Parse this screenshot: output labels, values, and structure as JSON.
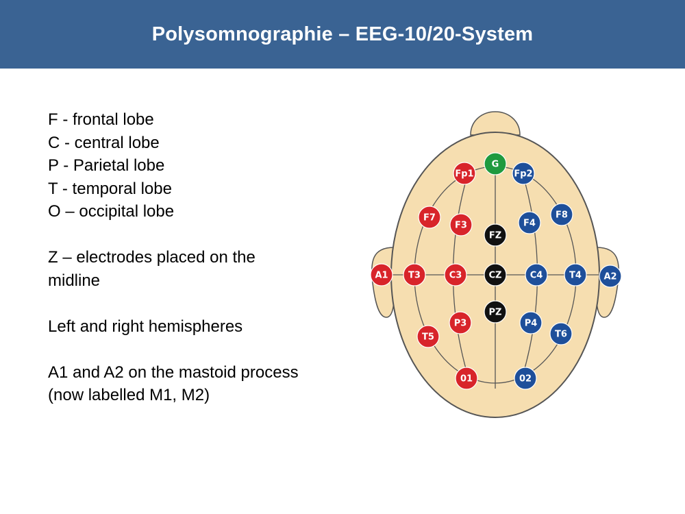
{
  "slide": {
    "title": "Polysomnographie – EEG-10/20-System"
  },
  "legend": {
    "lobes": [
      "F - frontal lobe",
      "C - central lobe",
      "P - Parietal lobe",
      "T - temporal lobe",
      "O – occipital lobe"
    ],
    "midline": [
      "Z – electrodes placed on the",
      "midline"
    ],
    "hemispheres": "Left and right hemispheres",
    "mastoid": [
      "A1 and A2 on the mastoid process",
      "(now labelled M1, M2)"
    ]
  },
  "diagram": {
    "colors": {
      "head_fill": "#f6deb0",
      "outline": "#555555",
      "left_hemisphere": "#d8242a",
      "right_hemisphere": "#1e4f9a",
      "midline": "#111111",
      "ground": "#1f9a3f"
    },
    "electrodes": [
      {
        "label": "G",
        "group": "ground"
      },
      {
        "label": "Fp1",
        "group": "left"
      },
      {
        "label": "Fp2",
        "group": "right"
      },
      {
        "label": "F7",
        "group": "left"
      },
      {
        "label": "F3",
        "group": "left"
      },
      {
        "label": "FZ",
        "group": "midline"
      },
      {
        "label": "F4",
        "group": "right"
      },
      {
        "label": "F8",
        "group": "right"
      },
      {
        "label": "A1",
        "group": "left"
      },
      {
        "label": "T3",
        "group": "left"
      },
      {
        "label": "C3",
        "group": "left"
      },
      {
        "label": "CZ",
        "group": "midline"
      },
      {
        "label": "C4",
        "group": "right"
      },
      {
        "label": "T4",
        "group": "right"
      },
      {
        "label": "A2",
        "group": "right"
      },
      {
        "label": "PZ",
        "group": "midline"
      },
      {
        "label": "P3",
        "group": "left"
      },
      {
        "label": "P4",
        "group": "right"
      },
      {
        "label": "T5",
        "group": "left"
      },
      {
        "label": "T6",
        "group": "right"
      },
      {
        "label": "01",
        "group": "left"
      },
      {
        "label": "02",
        "group": "right"
      }
    ]
  }
}
